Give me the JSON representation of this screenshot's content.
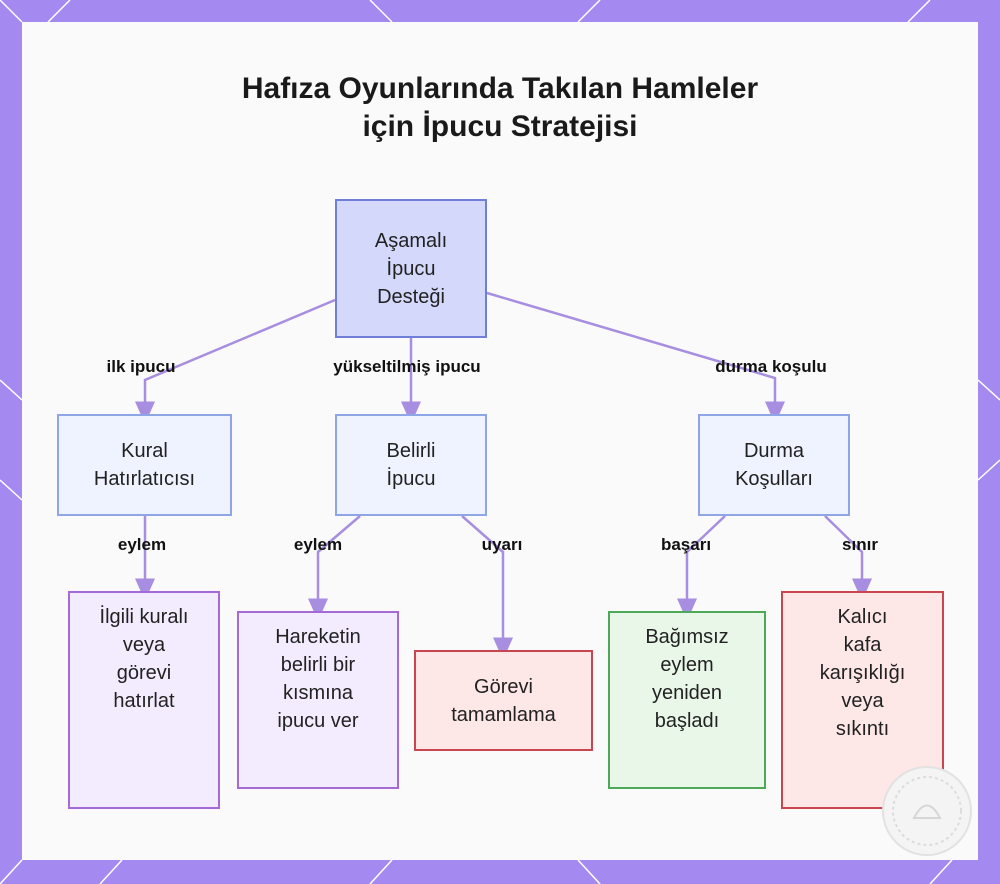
{
  "diagram": {
    "title_line1": "Hafıza Oyunlarında Takılan Hamleler",
    "title_line2": "için İpucu Stratejisi",
    "nodes": {
      "root": [
        "Aşamalı",
        "İpucu",
        "Desteği"
      ],
      "kural": [
        "Kural",
        "Hatırlatıcısı"
      ],
      "belirli": [
        "Belirli",
        "İpucu"
      ],
      "durma": [
        "Durma",
        "Koşulları"
      ],
      "ilgili": [
        "İlgili kuralı",
        "veya",
        "görevi",
        "hatırlat"
      ],
      "hareket": [
        "Hareketin",
        "belirli bir",
        "kısmına",
        "ipucu ver"
      ],
      "gorevi": [
        "Görevi",
        "tamamlama"
      ],
      "bagimsiz": [
        "Bağımsız",
        "eylem",
        "yeniden",
        "başladı"
      ],
      "kalici": [
        "Kalıcı",
        "kafa",
        "karışıklığı",
        "veya",
        "sıkıntı"
      ]
    },
    "edge_labels": {
      "ilk": "ilk ipucu",
      "yukseltilmis": "yükseltilmiş ipucu",
      "durma": "durma koşulu",
      "eylem1": "eylem",
      "eylem2": "eylem",
      "uyari": "uyarı",
      "basari": "başarı",
      "sinir": "sınır"
    },
    "colors": {
      "frame": "#a48af0",
      "edge": "#a88ee0",
      "root_fill": "#d4d8fb",
      "mid_fill": "#eef3ff",
      "purple_fill": "#f3ecff",
      "red_fill": "#fde7e7",
      "green_fill": "#e9f7e9"
    }
  }
}
